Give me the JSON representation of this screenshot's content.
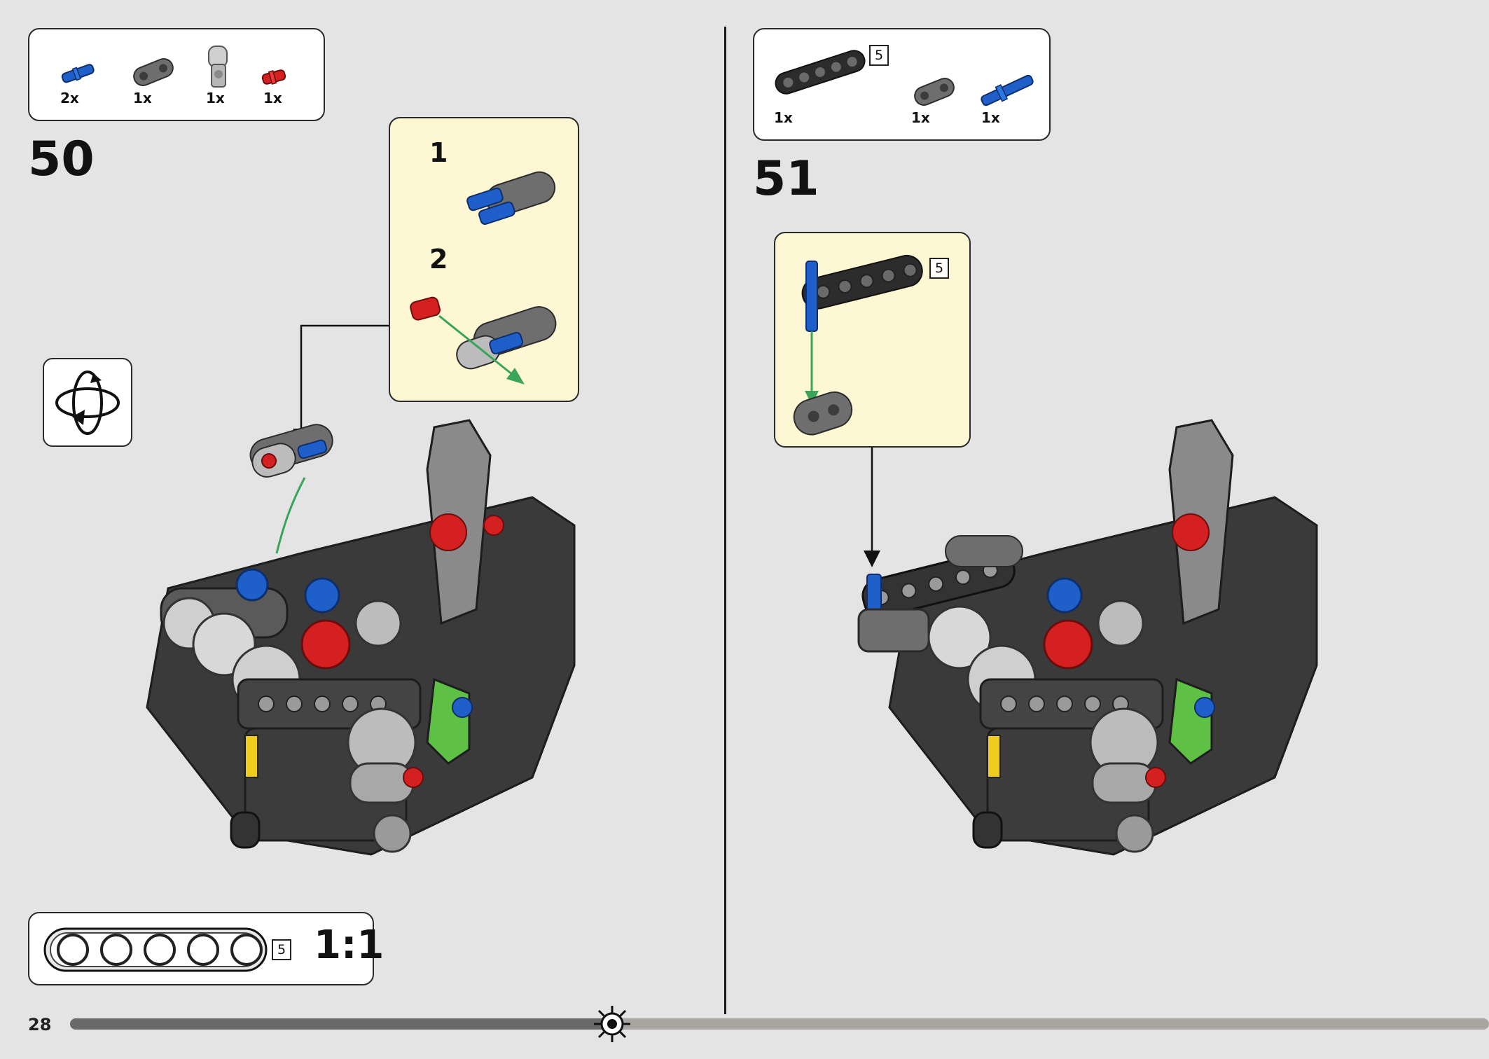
{
  "page_number": "28",
  "left_step": {
    "number": "50",
    "parts": [
      {
        "qty": "2x",
        "icon": "blue-pin-icon",
        "color": "#1f5fc9"
      },
      {
        "qty": "1x",
        "icon": "gray-beam-2-icon",
        "color": "#6e6e6e"
      },
      {
        "qty": "1x",
        "icon": "light-gray-connector-icon",
        "color": "#b8b8b8"
      },
      {
        "qty": "1x",
        "icon": "red-pin-icon",
        "color": "#d42020"
      }
    ],
    "substeps": [
      "1",
      "2"
    ]
  },
  "right_step": {
    "number": "51",
    "parts": [
      {
        "qty": "1x",
        "icon": "black-beam-5-icon",
        "color": "#2c2c2c",
        "length": "5"
      },
      {
        "qty": "1x",
        "icon": "gray-beam-2-icon",
        "color": "#6e6e6e"
      },
      {
        "qty": "1x",
        "icon": "blue-axle-pin-icon",
        "color": "#1f5fc9"
      }
    ],
    "callout_length": "5"
  },
  "scale_box": {
    "length": "5",
    "ratio": "1:1"
  },
  "colors": {
    "background": "#e4e4e4",
    "callout": "#fef7d4",
    "progress_dark": "#6a6a6a",
    "progress_light": "#a9a6a2"
  }
}
